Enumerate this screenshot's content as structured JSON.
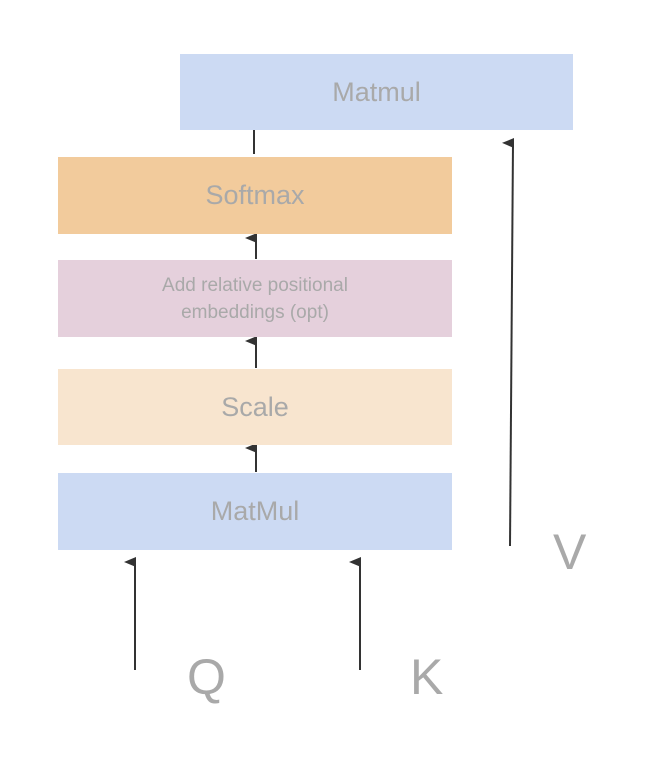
{
  "colors": {
    "matmul_fill": "#ccdaf3",
    "softmax_fill": "#f2cb9c",
    "relpos_fill": "#e5d0dc",
    "scale_fill": "#f8e5cf",
    "text": "#a9a9a9",
    "arrow": "#333333"
  },
  "boxes": {
    "matmul_top": "Matmul",
    "softmax": "Softmax",
    "relpos": "Add relative positional embeddings (opt)",
    "scale": "Scale",
    "matmul_bottom": "MatMul"
  },
  "inputs": {
    "q": "Q",
    "k": "K",
    "v": "V"
  }
}
